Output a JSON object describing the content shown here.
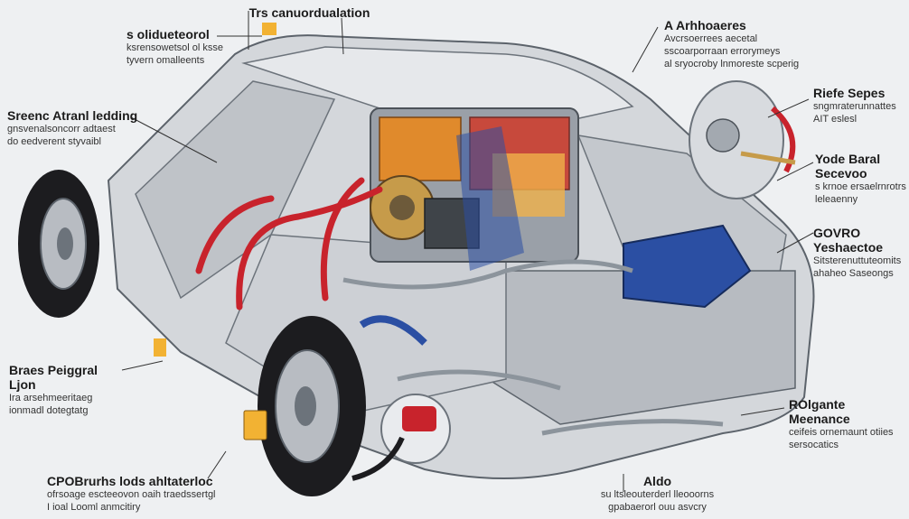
{
  "labels": [
    {
      "id": "top-center",
      "title": "Trs canuordualation",
      "lines": []
    },
    {
      "id": "top-left",
      "title": "s olidueteorol",
      "lines": [
        "ksrensowetsol ol ksse",
        "tyvern omalleents"
      ]
    },
    {
      "id": "left-upper",
      "title": "Sreenc Atranl ledding",
      "lines": [
        "gnsvenalsoncorr adtaest",
        "do eedverent styvaibl"
      ]
    },
    {
      "id": "top-right",
      "title": "A Arhhoaeres",
      "lines": [
        "Avcrsoerrees aecetal",
        "sscoarporraan errorymeys",
        "al sryocroby lnmoreste scperig"
      ]
    },
    {
      "id": "right-1",
      "title": "Riefe Sepes",
      "lines": [
        "sngmraterunnattes",
        "AIT eslesl"
      ]
    },
    {
      "id": "right-2",
      "title": "Yode Baral Secevoo",
      "lines": [
        "s krnoe ersaelrnrotrs",
        "leleaenny"
      ]
    },
    {
      "id": "right-3",
      "title": "GOVRO Yeshaectoe",
      "lines": [
        "Sitsterenuttuteomits",
        "ahaheo Saseongs"
      ]
    },
    {
      "id": "right-4",
      "title": "ROlgante Meenance",
      "lines": [
        "ceifeis ornemaunt otiies",
        "sersocatics"
      ]
    },
    {
      "id": "left-lower",
      "title": "Braes Peiggral Ljon",
      "lines": [
        "Ira arsehmeeritaeg",
        "ionmadl dotegtatg"
      ]
    },
    {
      "id": "bottom-left",
      "title": "CPOBrurhs lods ahltaterloc",
      "lines": [
        "ofrsoage escteeovon oaih traedssertgl",
        "I ioal Looml anmcitiry"
      ]
    },
    {
      "id": "bottom-center",
      "title": "Aldo",
      "lines": [
        "su ltsleouterderl lleooorns",
        "gpabaerorl ouu asvcry"
      ]
    }
  ],
  "colors": {
    "background": "#eef0f2",
    "body": "#c9ccd1",
    "body_dark": "#8e949c",
    "engine_orange": "#e08a2c",
    "engine_red": "#cf3a2a",
    "hose_red": "#c8232c",
    "coolant_blue": "#2b4fa3",
    "tire": "#1c1c1f",
    "rim": "#b8bcc2"
  }
}
